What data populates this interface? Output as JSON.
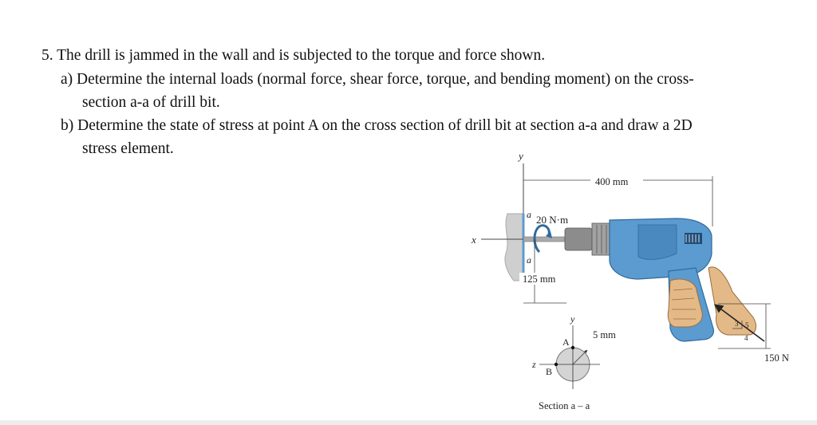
{
  "problem": {
    "line1": "5.   The drill is jammed in the wall and is subjected to the torque and force shown.",
    "line2": "a) Determine the internal loads (normal force, shear force, torque, and bending moment) on the cross-",
    "line3": "section a-a of drill bit.",
    "line4": "b) Determine the state of stress at point A on the cross section of drill bit at section a-a and draw a 2D",
    "line5": "stress element."
  },
  "figure": {
    "axis_y_top": "y",
    "axis_x": "x",
    "dim_400": "400 mm",
    "torque": "20 N·m",
    "section_a_top": "a",
    "section_a_bottom": "a",
    "dim_125": "125 mm",
    "section_axis_y": "y",
    "section_axis_z": "z",
    "point_a": "A",
    "point_b": "B",
    "radius": "5 mm",
    "force": "150 N",
    "slope_3": "3",
    "slope_4": "4",
    "slope_5": "5",
    "section_caption": "Section a – a",
    "colors": {
      "drill_body": "#5b9bd0",
      "drill_dark": "#2f6a9e",
      "hand": "#e3b987",
      "chuck": "#8c8c8c",
      "wall": "#cfcfcf"
    }
  }
}
